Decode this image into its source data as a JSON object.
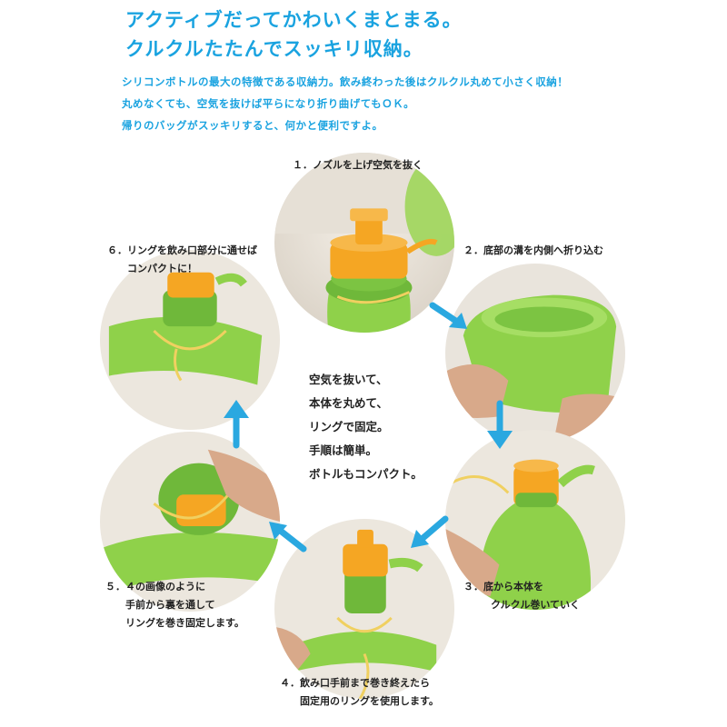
{
  "header": {
    "line1": "アクティブだってかわいくまとまる。",
    "line2": "クルクルたたんでスッキリ収納。"
  },
  "intro": [
    "シリコンボトルの最大の特徴である収納力。飲み終わった後はクルクル丸めて小さく収納！",
    "丸めなくても、空気を抜けば平らになり折り曲げてもＯＫ。",
    "帰りのバッグがスッキリすると、何かと便利ですよ。"
  ],
  "steps": [
    {
      "lines": [
        "１．ノズルを上げ空気を抜く"
      ]
    },
    {
      "lines": [
        "２．底部の溝を内側へ折り込む"
      ]
    },
    {
      "lines": [
        "３．底から本体を",
        "クルクル巻いていく"
      ]
    },
    {
      "lines": [
        "４．飲み口手前まで巻き終えたら",
        "固定用のリングを使用します。"
      ]
    },
    {
      "lines": [
        "５．４の画像のように",
        "手前から裏を通して",
        "リングを巻き固定します。"
      ]
    },
    {
      "lines": [
        "６．リングを飲み口部分に通せば",
        "コンパクトに！"
      ]
    }
  ],
  "center_text": [
    "空気を抜いて、",
    "本体を丸めて、",
    "リングで固定。",
    "手順は簡単。",
    "ボトルもコンパクト。"
  ],
  "colors": {
    "accent": "#1aa3e0",
    "arrow": "#2aa8e0",
    "bottle_green": "#8fd14a",
    "cap_orange": "#f5a623"
  }
}
